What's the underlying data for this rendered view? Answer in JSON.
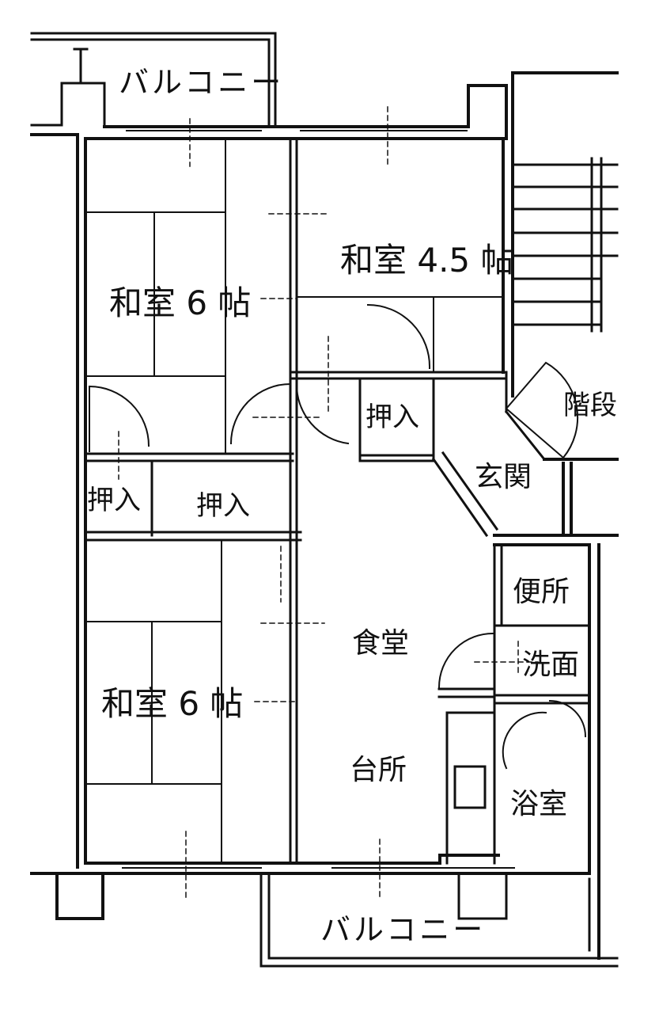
{
  "floor_plan": {
    "balcony_north": "バルコニー",
    "balcony_south": "バルコニー",
    "washitsu_45": "和室 4.5 帖",
    "washitsu_6_north": "和室 6 帖",
    "washitsu_6_south": "和室 6 帖",
    "oshiire_45": "押入",
    "oshiire_small": "押入",
    "oshiire_wide": "押入",
    "stairs": "階段",
    "entrance": "玄関",
    "toilet": "便所",
    "washroom": "洗面",
    "dining": "食堂",
    "kitchen": "台所",
    "bathroom": "浴室"
  }
}
